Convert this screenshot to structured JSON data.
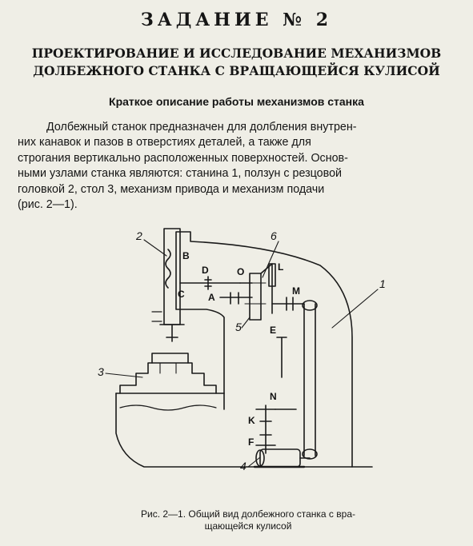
{
  "title": "ЗАДАНИЕ № 2",
  "heading": {
    "line1": "ПРОЕКТИРОВАНИЕ И ИССЛЕДОВАНИЕ МЕХАНИЗМОВ",
    "line2": "ДОЛБЕЖНОГО СТАНКА С ВРАЩАЮЩЕЙСЯ КУЛИСОЙ"
  },
  "subheading": "Краткое описание работы механизмов станка",
  "paragraph": {
    "lines": [
      "Долбежный станок предназначен для долбления внутрен-",
      "них канавок и пазов в отверстиях деталей, а также для",
      "строгания вертикально расположенных поверхностей. Основ-",
      "ными узлами станка являются: станина 1, ползун с резцовой",
      "головкой 2, стол 3, механизм привода и механизм подачи",
      "(рис. 2—1)."
    ]
  },
  "figure": {
    "labels": {
      "B": "B",
      "C": "C",
      "D": "D",
      "A": "A",
      "O": "O",
      "L": "L",
      "M": "M",
      "E": "E",
      "N": "N",
      "K": "K",
      "F": "F"
    },
    "numbers": {
      "n1": "1",
      "n2": "2",
      "n3": "3",
      "n4": "4",
      "n5": "5",
      "n6": "6"
    }
  },
  "caption": {
    "line1": "Рис. 2—1. Общий вид долбежного станка с вра-",
    "line2": "щающейся кулисой"
  }
}
